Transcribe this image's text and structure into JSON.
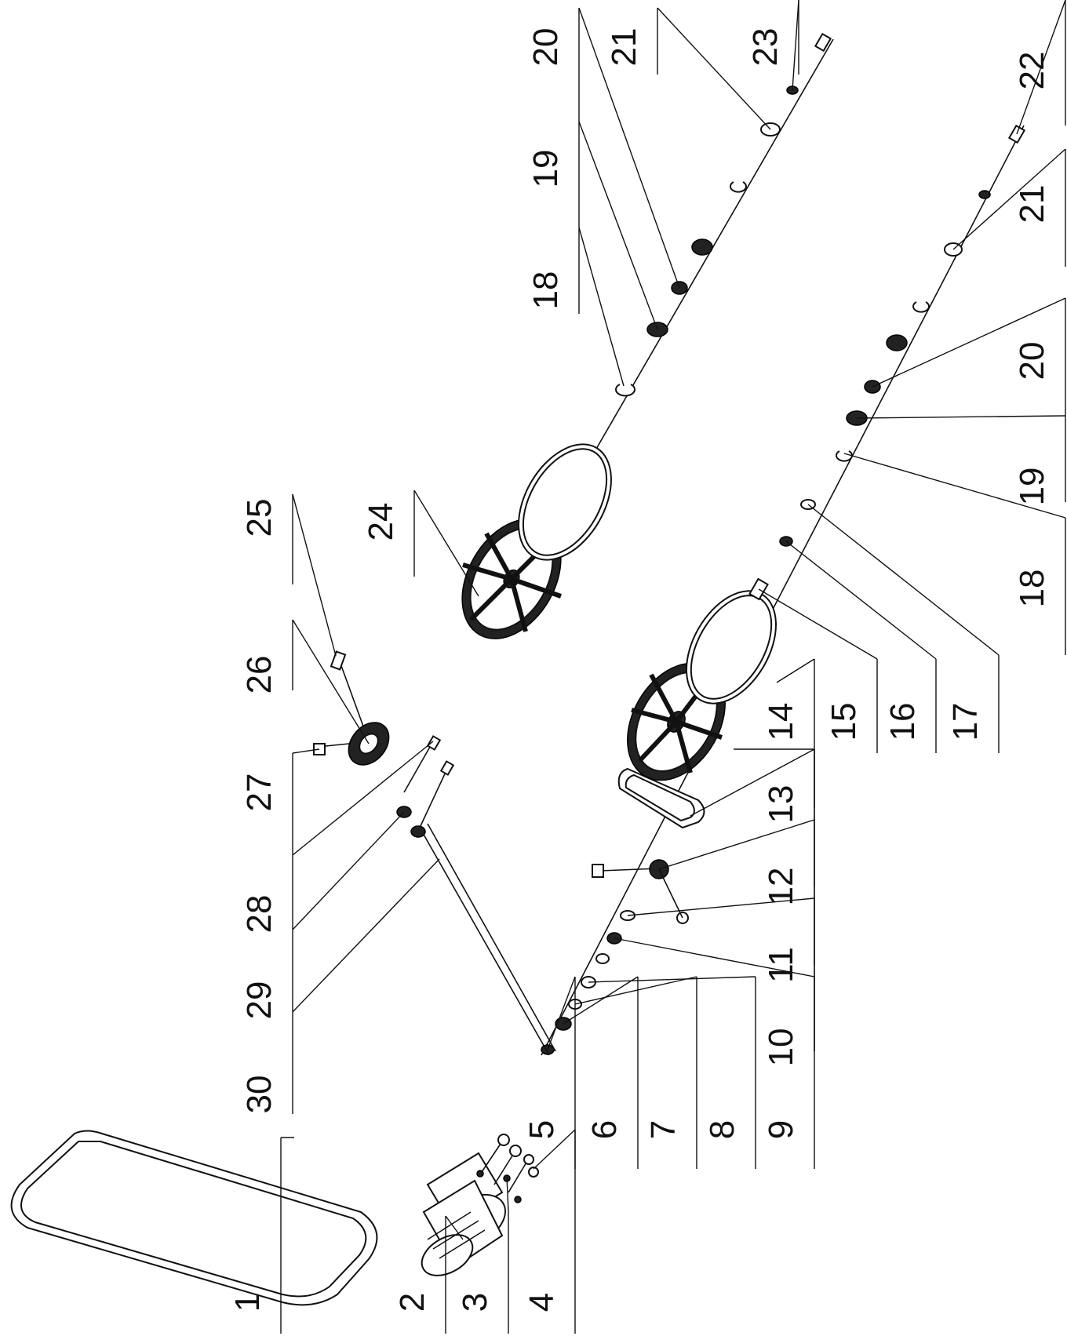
{
  "diagram": {
    "type": "exploded-assembly-drawing",
    "orientation": "rotated-90-ccw",
    "callouts": [
      "1",
      "2",
      "3",
      "4",
      "5",
      "6",
      "7",
      "8",
      "9",
      "10",
      "11",
      "12",
      "13",
      "14",
      "15",
      "16",
      "17",
      "18",
      "19",
      "20",
      "21",
      "22",
      "23",
      "24",
      "25",
      "26",
      "27",
      "28",
      "29",
      "30",
      "18",
      "19",
      "20",
      "21"
    ],
    "colors": {
      "line": "#111111",
      "background": "#ffffff"
    }
  }
}
